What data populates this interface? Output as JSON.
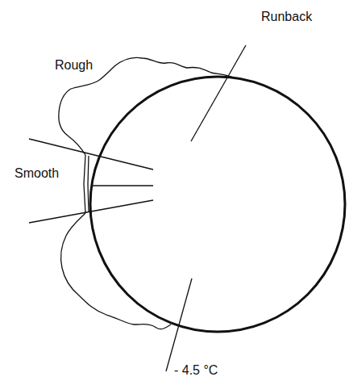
{
  "diagram": {
    "labels": [
      "Runback",
      "Rough",
      "Smooth",
      "- 4.5 °C"
    ]
  }
}
